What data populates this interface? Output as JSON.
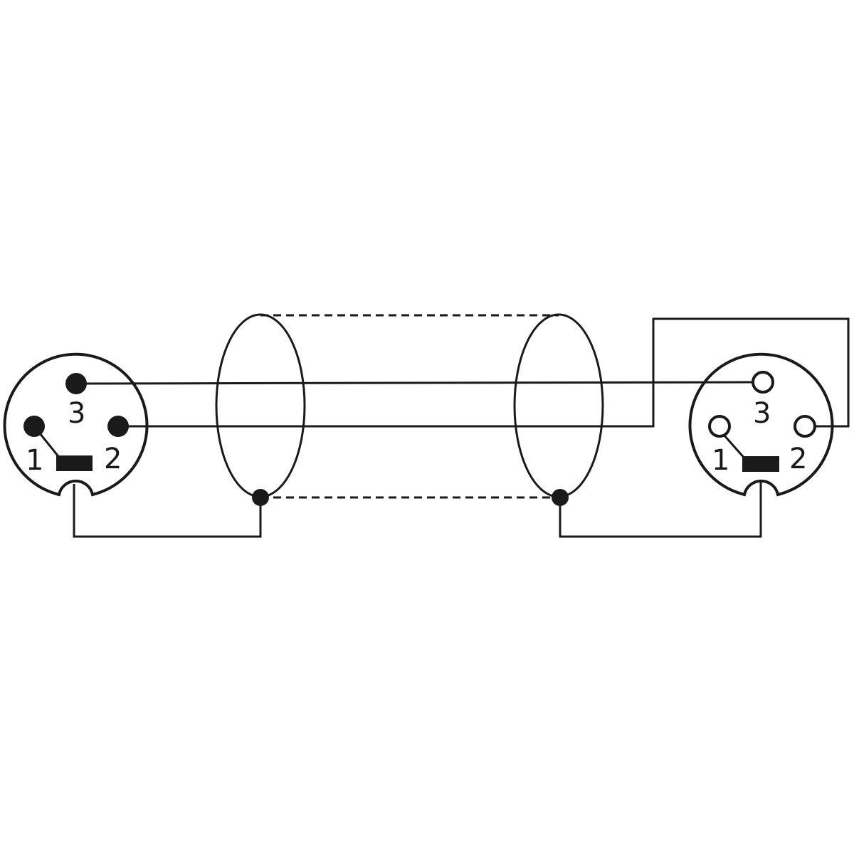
{
  "colors": {
    "line": "#1a1a1a",
    "background": "#ffffff"
  },
  "connectors": {
    "male": {
      "pin_labels": {
        "pin1": "1",
        "pin2": "2",
        "pin3": "3"
      }
    },
    "female": {
      "pin_labels": {
        "pin1": "1",
        "pin2": "2",
        "pin3": "3"
      }
    }
  }
}
